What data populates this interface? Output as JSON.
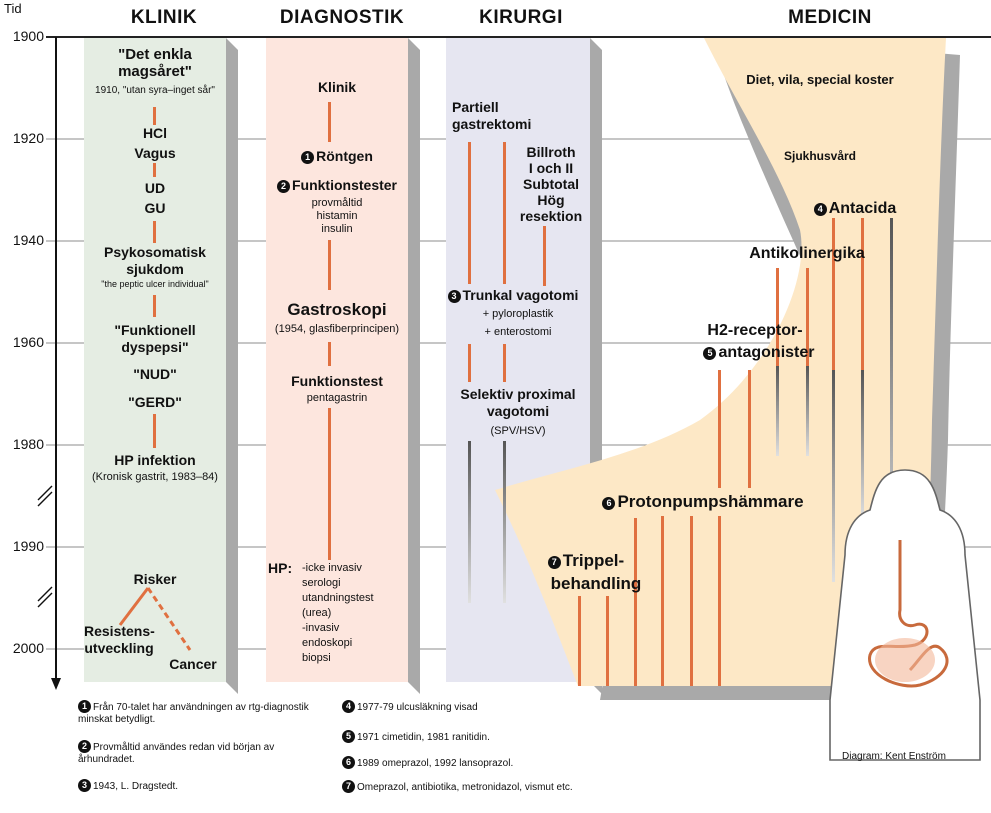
{
  "axis": {
    "label": "Tid",
    "years": [
      "1900",
      "1920",
      "1940",
      "1960",
      "1980",
      "1990",
      "2000"
    ]
  },
  "columns": {
    "klinik": "KLINIK",
    "diagnostik": "DIAGNOSTIK",
    "kirurgi": "KIRURGI",
    "medicin": "MEDICIN"
  },
  "klinik": {
    "enkla_1": "\"Det enkla",
    "enkla_2": "magsåret\"",
    "enkla_sub": "1910, \"utan syra–inget sår\"",
    "hcl": "HCl",
    "vagus": "Vagus",
    "ud": "UD",
    "gu": "GU",
    "psyko_1": "Psykosomatisk",
    "psyko_2": "sjukdom",
    "psyko_sub": "\"the peptic ulcer individual\"",
    "funk_1": "\"Funktionell",
    "funk_2": "dyspepsi\"",
    "nud": "\"NUD\"",
    "gerd": "\"GERD\"",
    "hp": "HP infektion",
    "hp_sub": "(Kronisk gastrit, 1983–84)",
    "risker": "Risker",
    "resist_1": "Resistens-",
    "resist_2": "utveckling",
    "cancer": "Cancer"
  },
  "diagnostik": {
    "klinik": "Klinik",
    "rontgen": "Röntgen",
    "funktionstester": "Funktionstester",
    "ft_1": "provmåltid",
    "ft_2": "histamin",
    "ft_3": "insulin",
    "gastroskopi": "Gastroskopi",
    "gastro_sub": "(1954, glasfiberprincipen)",
    "funktionstest": "Funktionstest",
    "pentagastrin": "pentagastrin",
    "hp_label": "HP:",
    "hp_items": [
      "-icke invasiv",
      "serologi",
      "utandningstest",
      "(urea)",
      "-invasiv",
      "endoskopi",
      "biopsi"
    ]
  },
  "kirurgi": {
    "partiell_1": "Partiell",
    "partiell_2": "gastrektomi",
    "billroth_1": "Billroth",
    "billroth_2": "I och II",
    "subtotal": "Subtotal",
    "hog_1": "Hög",
    "hog_2": "resektion",
    "trunkal": "Trunkal vagotomi",
    "pyloro": "+ pyloroplastik",
    "entero": "+ enterostomi",
    "selektiv_1": "Selektiv proximal",
    "selektiv_2": "vagotomi",
    "spv": "(SPV/HSV)"
  },
  "medicin": {
    "diet": "Diet, vila, special koster",
    "sjukhus": "Sjukhusvård",
    "antacida": "Antacida",
    "antikol": "Antikolinergika",
    "h2_1": "H2-receptor-",
    "h2_2": "antagonister",
    "ppi": "Protonpumpshämmare",
    "trippel_1": "Trippel-",
    "trippel_2": "behandling"
  },
  "markers": {
    "n1": "1",
    "n2": "2",
    "n3": "3",
    "n4": "4",
    "n5": "5",
    "n6": "6",
    "n7": "7"
  },
  "footnotes": {
    "f1": "Från 70-talet har användningen av rtg-diagnostik minskat betydligt.",
    "f2": "Provmåltid användes redan vid början av århundradet.",
    "f3": "1943, L. Dragstedt.",
    "f4": "1977-79 ulcusläkning visad",
    "f5": "1971 cimetidin, 1981 ranitidin.",
    "f6": "1989 omeprazol, 1992 lansoprazol.",
    "f7": "Omeprazol, antibiotika, metronidazol, vismut etc."
  },
  "credit": "Diagram: Kent Enström",
  "colors": {
    "klinik_bg": "#e5ede3",
    "diagnostik_bg": "#fde6de",
    "kirurgi_bg": "#e6e6f1",
    "medicin_bg": "#fde8c6",
    "accent": "#e07040",
    "shadow": "#a9a9a9"
  }
}
